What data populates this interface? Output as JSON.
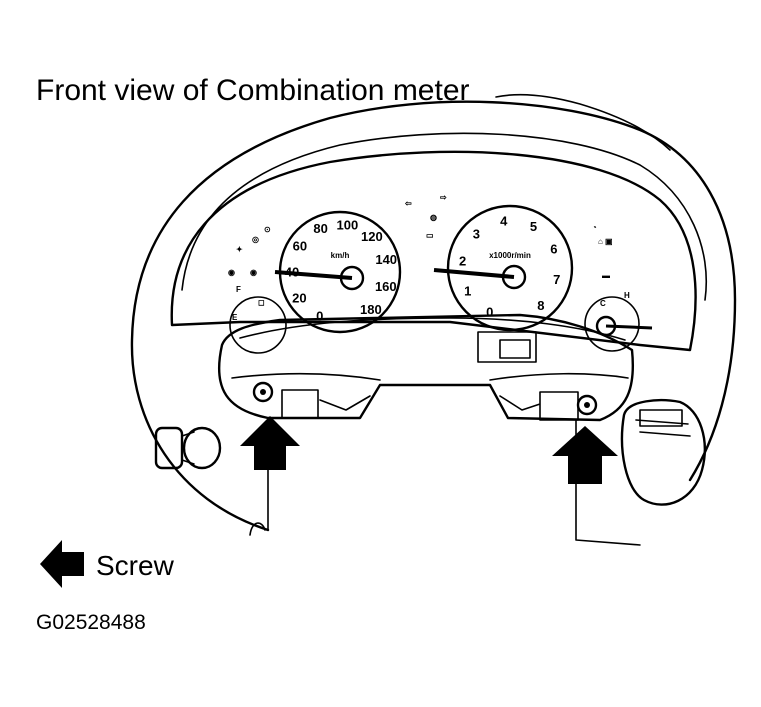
{
  "title": "Front view of Combination meter",
  "legend": {
    "icon": "screw-arrow-icon",
    "label": "Screw"
  },
  "figure_code": "G02528488",
  "speedometer": {
    "ticks": [
      "0",
      "20",
      "40",
      "60",
      "80",
      "100",
      "120",
      "140",
      "160",
      "180"
    ],
    "unit": "km/h"
  },
  "tachometer": {
    "ticks": [
      "0",
      "1",
      "2",
      "3",
      "4",
      "5",
      "6",
      "7",
      "8"
    ],
    "unit": "x1000r/min"
  },
  "fuel_gauge": {
    "labels": [
      "E",
      "F"
    ]
  },
  "temp_gauge": {
    "labels": [
      "C",
      "H"
    ]
  },
  "colors": {
    "line": "#000000",
    "background": "#ffffff"
  }
}
